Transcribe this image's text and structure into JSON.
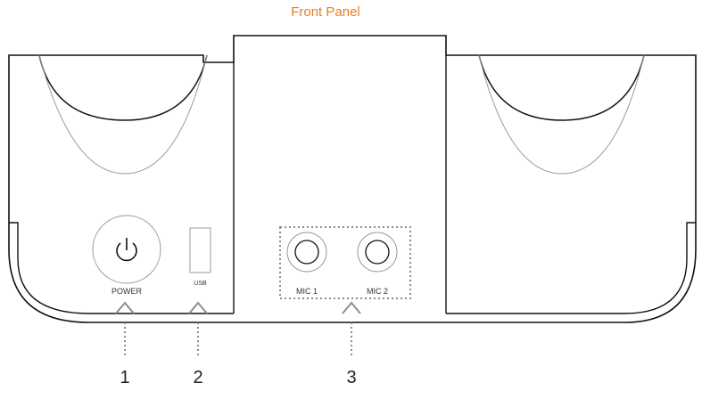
{
  "title": "Front Panel",
  "colors": {
    "title": "#e67e22",
    "outline": "#111111",
    "light_outline": "#9a9a9a",
    "dotted": "#8c8c8c"
  },
  "ports": {
    "power_label": "POWER",
    "usb_label": "USB",
    "mic1_label": "MIC 1",
    "mic2_label": "MIC 2"
  },
  "callouts": [
    {
      "number": "1",
      "target": "power-button"
    },
    {
      "number": "2",
      "target": "usb-port"
    },
    {
      "number": "3",
      "target": "mic-jacks"
    }
  ],
  "icons": [
    "power-icon",
    "arrow-up-icon"
  ]
}
